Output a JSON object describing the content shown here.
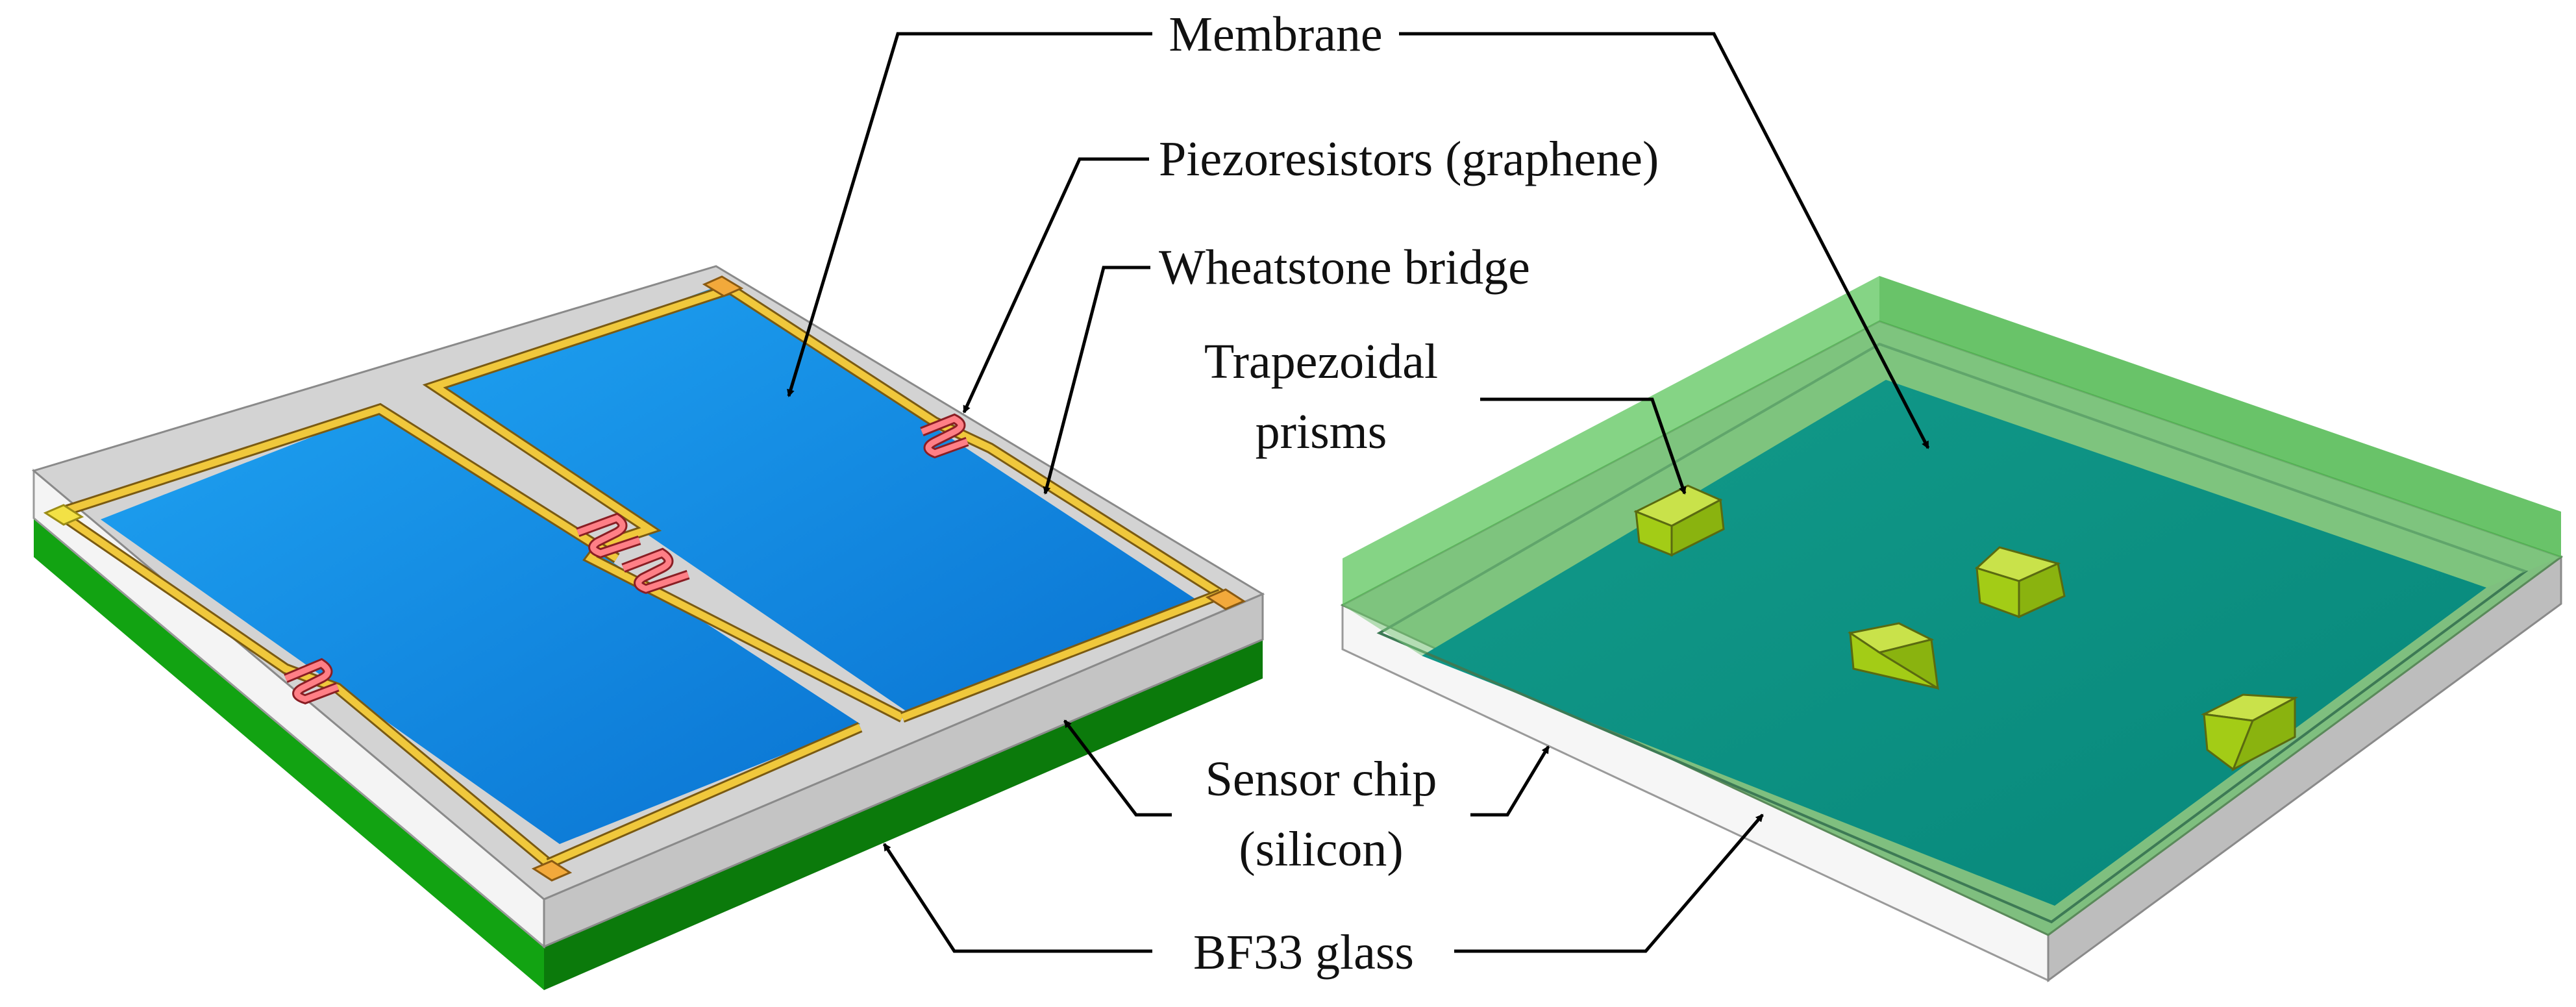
{
  "labels": {
    "membrane": "Membrane",
    "piezoresistors": "Piezoresistors (graphene)",
    "wheatstone": "Wheatstone bridge",
    "trapezoidal_line1": "Trapezoidal",
    "trapezoidal_line2": "prisms",
    "sensor_chip_line1": "Sensor chip",
    "sensor_chip_line2": "(silicon)",
    "bf33_glass": "BF33 glass"
  },
  "colors": {
    "membrane_blue": "#1a8fe3",
    "chip_frame": "#d2d2d2",
    "glass_green": "#119c11",
    "wire_gold": "#f0c83c",
    "resistor_red": "#ff7f86",
    "coating_green": "#5cc65c",
    "coated_membrane": "#0f9488",
    "prism_yellow_green": "#a7d514"
  }
}
